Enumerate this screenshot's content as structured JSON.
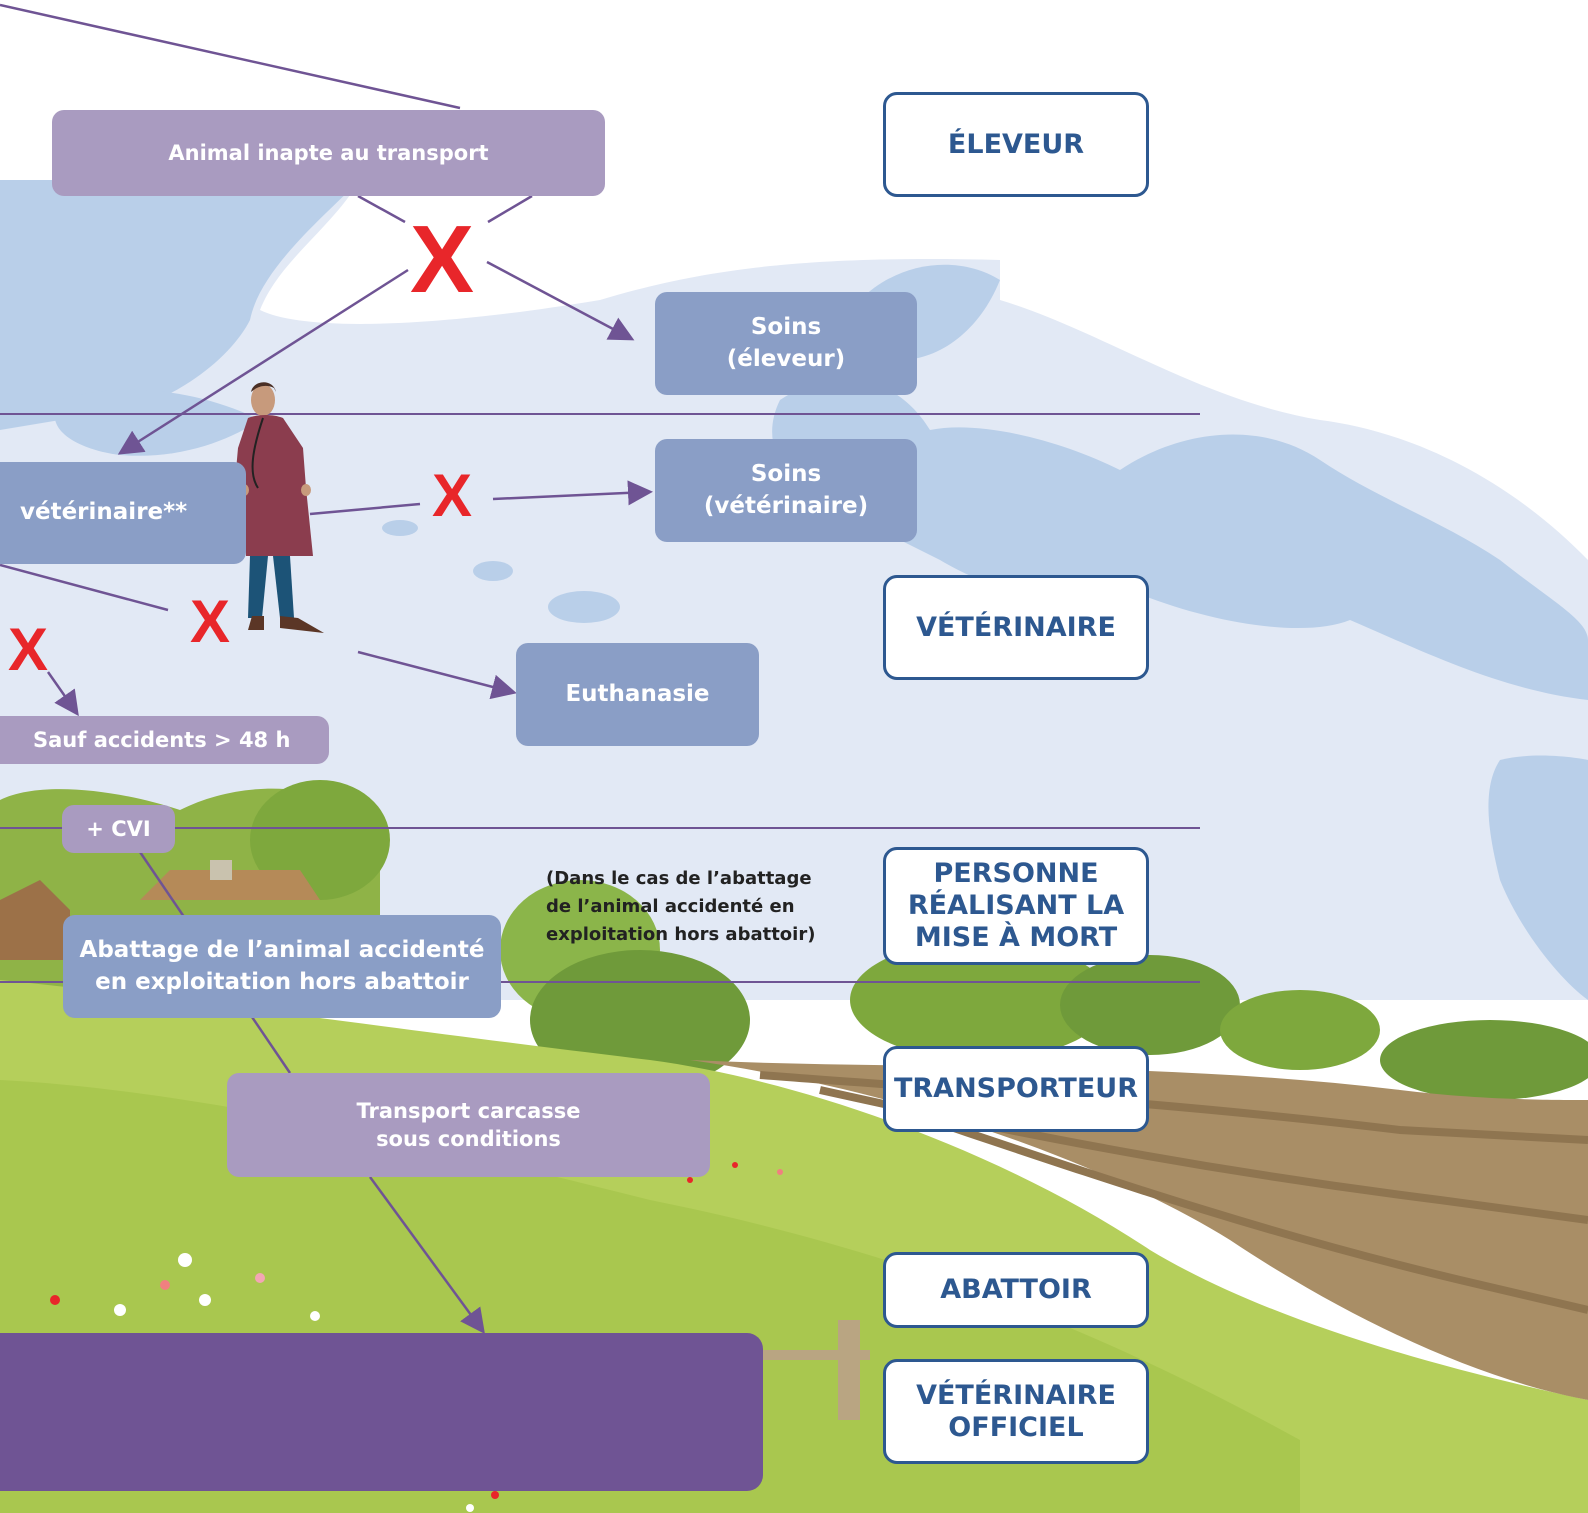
{
  "boxes": {
    "inapte": "Animal inapte au transport",
    "soins_eleveur": "Soins\n(éleveur)",
    "soins_vet": "Soins\n(vétérinaire)",
    "veterinaire": "vétérinaire**",
    "euthanasie": "Euthanasie",
    "sauf": "Sauf accidents > 48 h",
    "cvi": "+ CVI",
    "abattage": "Abattage de l’animal accidenté\nen exploitation hors abattoir",
    "transport": "Transport carcasse\nsous conditions"
  },
  "note": "(Dans le cas de l’abattage\nde l’animal accidenté en\nexploitation hors abattoir)",
  "roles": {
    "eleveur": "ÉLEVEUR",
    "veterinaire": "VÉTÉRINAIRE",
    "personne": "PERSONNE\nRÉALISANT LA\nMISE À MORT",
    "transporteur": "TRANSPORTEUR",
    "abattoir": "ABATTOIR",
    "vet_officiel": "VÉTÉRINAIRE\nOFFICIEL"
  },
  "cross_mark": "X",
  "colors": {
    "role_border": "#2d5890",
    "arrow": "#6f5494",
    "cross": "#e8262a",
    "lilac_box": "#a99bc0",
    "blue_box": "#8a9ec6",
    "purple_box": "#6f5494"
  },
  "icons": [
    "veterinarian-figure",
    "landscape-background"
  ]
}
